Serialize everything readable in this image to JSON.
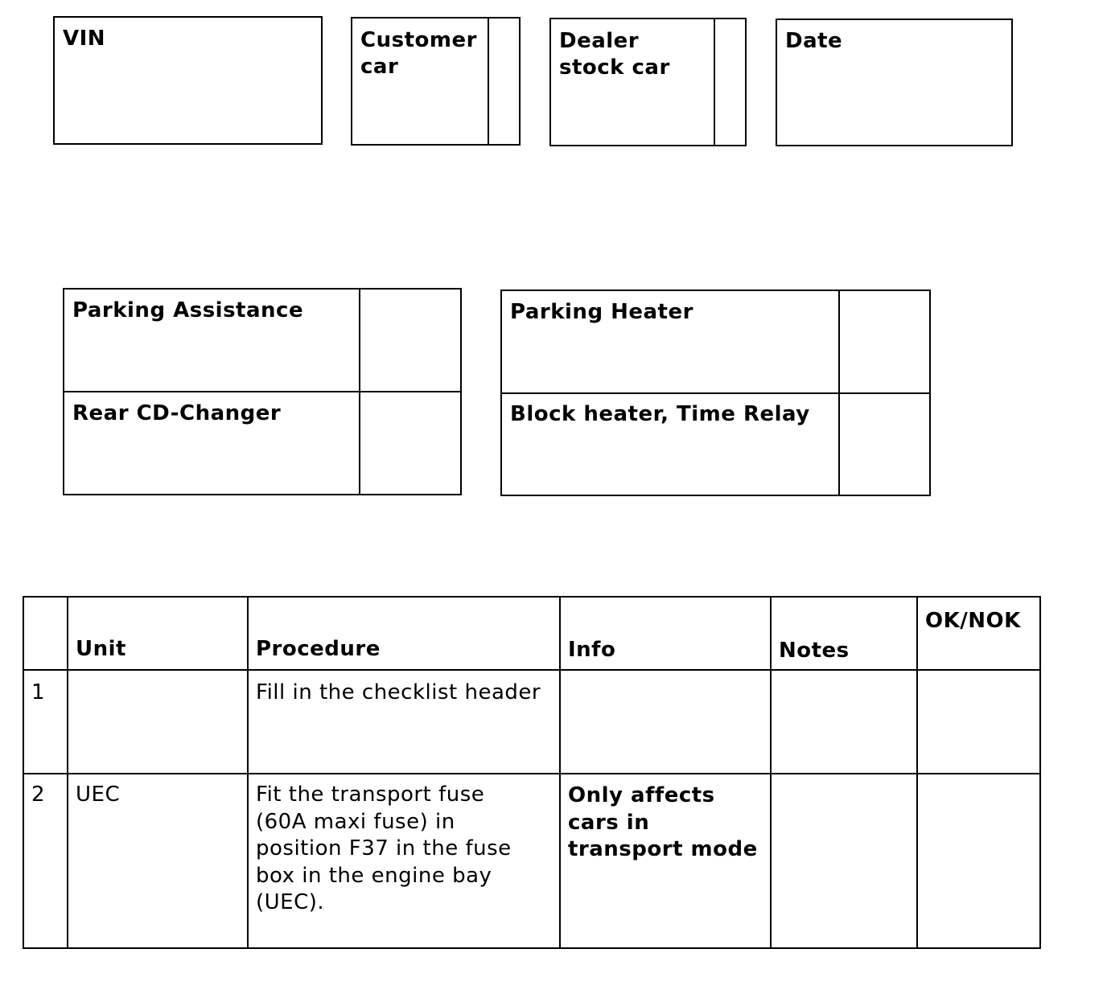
{
  "header": {
    "vin_label": "VIN",
    "customer_car_line1": "Customer",
    "customer_car_line2": "car",
    "dealer_stock_line1": "Dealer",
    "dealer_stock_line2": "stock car",
    "date_label": "Date"
  },
  "options": {
    "parking_assistance": "Parking Assistance",
    "rear_cd_changer": "Rear CD-Changer",
    "parking_heater": "Parking Heater",
    "block_heater": "Block heater, Time Relay"
  },
  "checklist": {
    "columns": {
      "unit": "Unit",
      "procedure": "Procedure",
      "info": "Info",
      "notes": "Notes",
      "ok_nok": "OK/NOK"
    },
    "rows": [
      {
        "number": "1",
        "unit": "",
        "procedure": [
          "Fill in the checklist header"
        ],
        "info": [],
        "notes": "",
        "ok_nok": ""
      },
      {
        "number": "2",
        "unit": "UEC",
        "procedure": [
          "Fit the transport fuse",
          "(60A maxi fuse) in",
          "position F37 in the fuse",
          "box in the engine bay",
          "(UEC)."
        ],
        "info": [
          "Only affects",
          "cars in",
          "transport mode"
        ],
        "notes": "",
        "ok_nok": ""
      }
    ]
  }
}
